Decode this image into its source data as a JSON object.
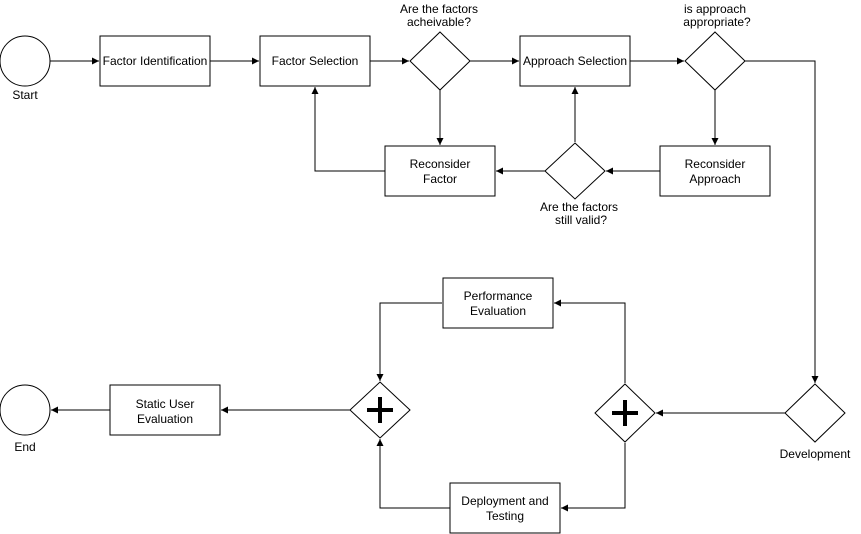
{
  "events": {
    "start": "Start",
    "end": "End"
  },
  "tasks": {
    "factor_identification": "Factor Identification",
    "factor_selection": "Factor Selection",
    "approach_selection": "Approach Selection",
    "reconsider_factor": [
      "Reconsider",
      "Factor"
    ],
    "reconsider_approach": [
      "Reconsider",
      "Approach"
    ],
    "performance_evaluation": [
      "Performance",
      "Evaluation"
    ],
    "deployment_testing": [
      "Deployment and",
      "Testing"
    ],
    "static_user_evaluation": [
      "Static User",
      "Evaluation"
    ]
  },
  "gateways": {
    "factors_achievable": [
      "Are the factors",
      "acheivable?"
    ],
    "approach_appropriate": [
      "is approach",
      "appropriate?"
    ],
    "factors_valid": [
      "Are the factors",
      "still valid?"
    ],
    "development": "Development"
  }
}
